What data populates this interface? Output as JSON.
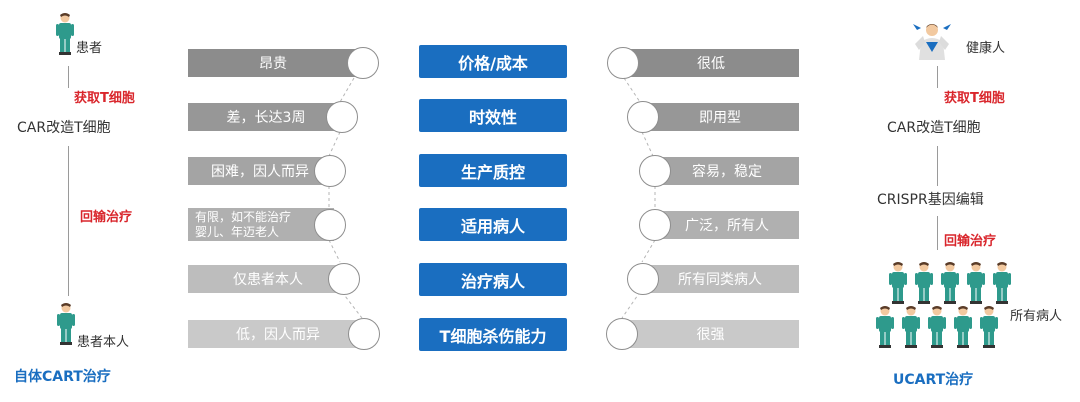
{
  "left": {
    "patient_label": "患者",
    "step1": "获取T细胞",
    "step2": "CAR改造T细胞",
    "step3": "回输治疗",
    "patient_self_label": "患者本人",
    "title": "自体CART治疗"
  },
  "right": {
    "healthy_label": "健康人",
    "step1": "获取T细胞",
    "step2": "CAR改造T细胞",
    "step3": "CRISPR基因编辑",
    "step4": "回输治疗",
    "all_patients_label": "所有病人",
    "title": "UCART治疗"
  },
  "rows": [
    {
      "criterion": "价格/成本",
      "car_t": "昂贵",
      "ucart": "很低"
    },
    {
      "criterion": "时效性",
      "car_t": "差，长达3周",
      "ucart": "即用型"
    },
    {
      "criterion": "生产质控",
      "car_t": "困难，因人而异",
      "ucart": "容易，稳定"
    },
    {
      "criterion": "适用病人",
      "car_t_line1": "有限，如不能治疗",
      "car_t_line2": "婴儿、年迈老人",
      "ucart": "广泛，所有人"
    },
    {
      "criterion": "治疗病人",
      "car_t": "仅患者本人",
      "ucart": "所有同类病人"
    },
    {
      "criterion": "T细胞杀伤能力",
      "car_t": "低，因人而异",
      "ucart": "很强"
    }
  ],
  "colors": {
    "accent_blue": "#1a6ec0",
    "highlight_red": "#d9262c",
    "bar_shades": [
      "#8c8c8c",
      "#979797",
      "#a4a4a4",
      "#b0b0b0",
      "#bdbdbd",
      "#c9c9c9"
    ],
    "person_shirt": "#2e9a8c"
  }
}
